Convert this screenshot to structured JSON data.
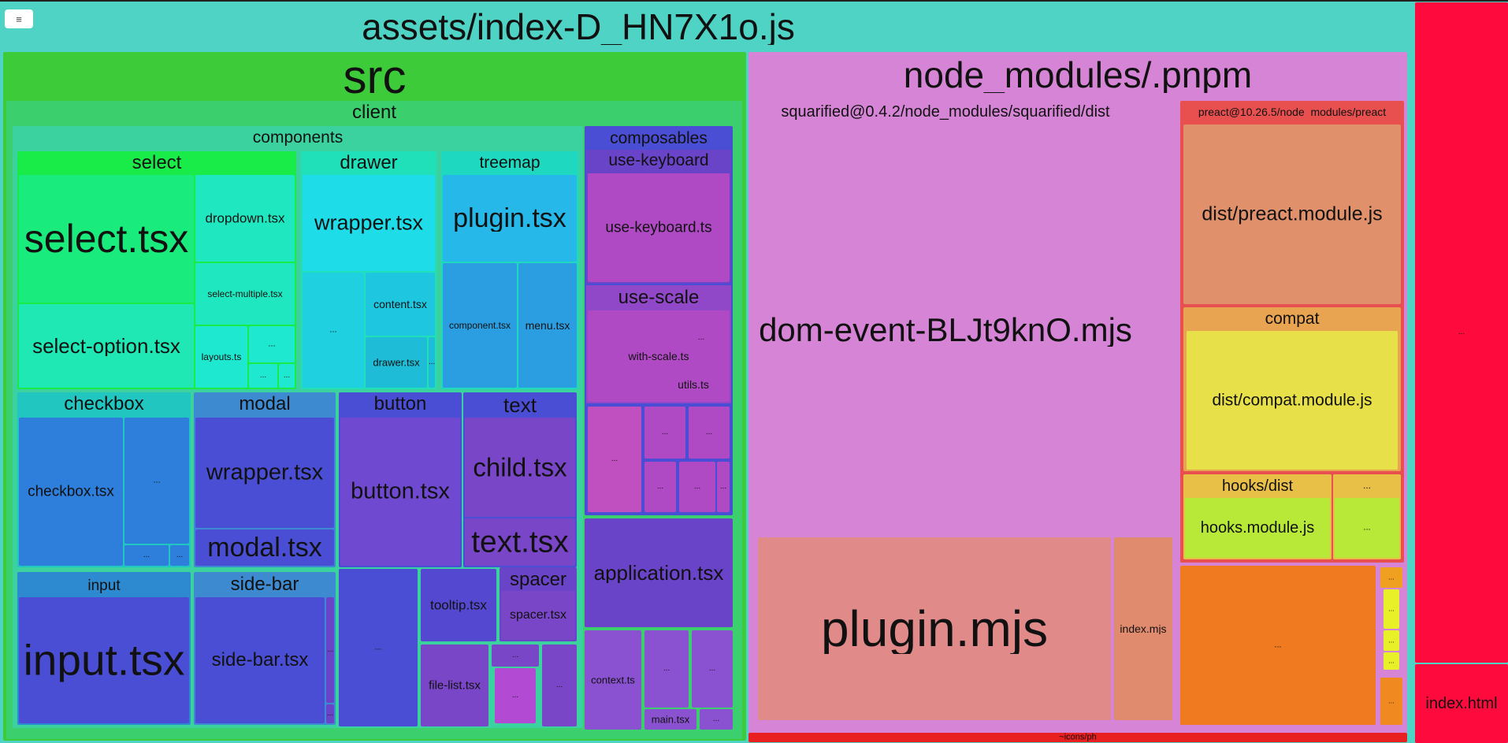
{
  "menu_button": {
    "label": "≡"
  },
  "nodes": {
    "root": "assets/index-D_HN7X1o.js",
    "src": "src",
    "client": "client",
    "components": "components",
    "select": "select",
    "select_tsx": "select.tsx",
    "dropdown_tsx": "dropdown.tsx",
    "select_multiple_tsx": "select-multiple.tsx",
    "select_option_tsx": "select-option.tsx",
    "layouts_ts": "layouts.ts",
    "drawer": "drawer",
    "drawer_wrapper_tsx": "wrapper.tsx",
    "content_tsx": "content.tsx",
    "drawer_tsx": "drawer.tsx",
    "treemap": "treemap",
    "plugin_tsx": "plugin.tsx",
    "component_tsx": "component.tsx",
    "menu_tsx": "menu.tsx",
    "checkbox": "checkbox",
    "checkbox_tsx": "checkbox.tsx",
    "modal": "modal",
    "modal_wrapper_tsx": "wrapper.tsx",
    "modal_tsx": "modal.tsx",
    "button": "button",
    "button_tsx": "button.tsx",
    "text": "text",
    "child_tsx": "child.tsx",
    "text_tsx": "text.tsx",
    "input": "input",
    "input_tsx": "input.tsx",
    "side_bar": "side-bar",
    "side_bar_tsx": "side-bar.tsx",
    "tooltip_tsx": "tooltip.tsx",
    "spacer": "spacer",
    "spacer_tsx": "spacer.tsx",
    "file_list_tsx": "file-list.tsx",
    "composables": "composables",
    "use_keyboard": "use-keyboard",
    "use_keyboard_ts": "use-keyboard.ts",
    "use_scale": "use-scale",
    "with_scale_ts": "with-scale.ts",
    "utils_ts": "utils.ts",
    "application_tsx": "application.tsx",
    "context_ts": "context.ts",
    "main_tsx": "main.tsx",
    "node_modules": "node_modules/.pnpm",
    "squarified": "squarified@0.4.2/node_modules/squarified/dist",
    "dom_event": "dom-event-BLJt9knO.mjs",
    "plugin_mjs": "plugin.mjs",
    "index_mjs": "index.mjs",
    "preact": "preact@10.26.5/node_modules/preact",
    "preact_module": "dist/preact.module.js",
    "compat": "compat",
    "compat_module": "dist/compat.module.js",
    "hooks_dist": "hooks/dist",
    "hooks_module": "hooks.module.js",
    "icons": "~icons/ph",
    "index_html": "index.html",
    "ellipsis": "..."
  },
  "colors": {
    "root": "#4fd3c4",
    "src": "#3bcb3b",
    "node_modules": "#d685d6",
    "red": "#ff0a3c"
  }
}
